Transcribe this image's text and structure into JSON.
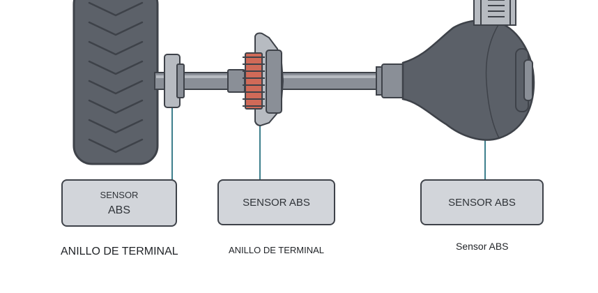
{
  "boxes": {
    "left": {
      "line1": "SENSOR",
      "line2": "ABS"
    },
    "middle": {
      "text": "SENSOR ABS"
    },
    "right": {
      "text": "SENSOR ABS"
    }
  },
  "captions": {
    "left": "ANILLO DE TERMINAL",
    "middle": "ANILLO DE TERMINAL",
    "right": "Sensor ABS"
  },
  "colors": {
    "outline": "#3e4249",
    "body_dark": "#5b6068",
    "metal": "#8a8f97",
    "metal_light": "#b7bbc1",
    "tire": "#5c6169",
    "tone_ring": "#d06a58",
    "label_fill": "#d2d5da",
    "wire": "#3d7f8c"
  }
}
